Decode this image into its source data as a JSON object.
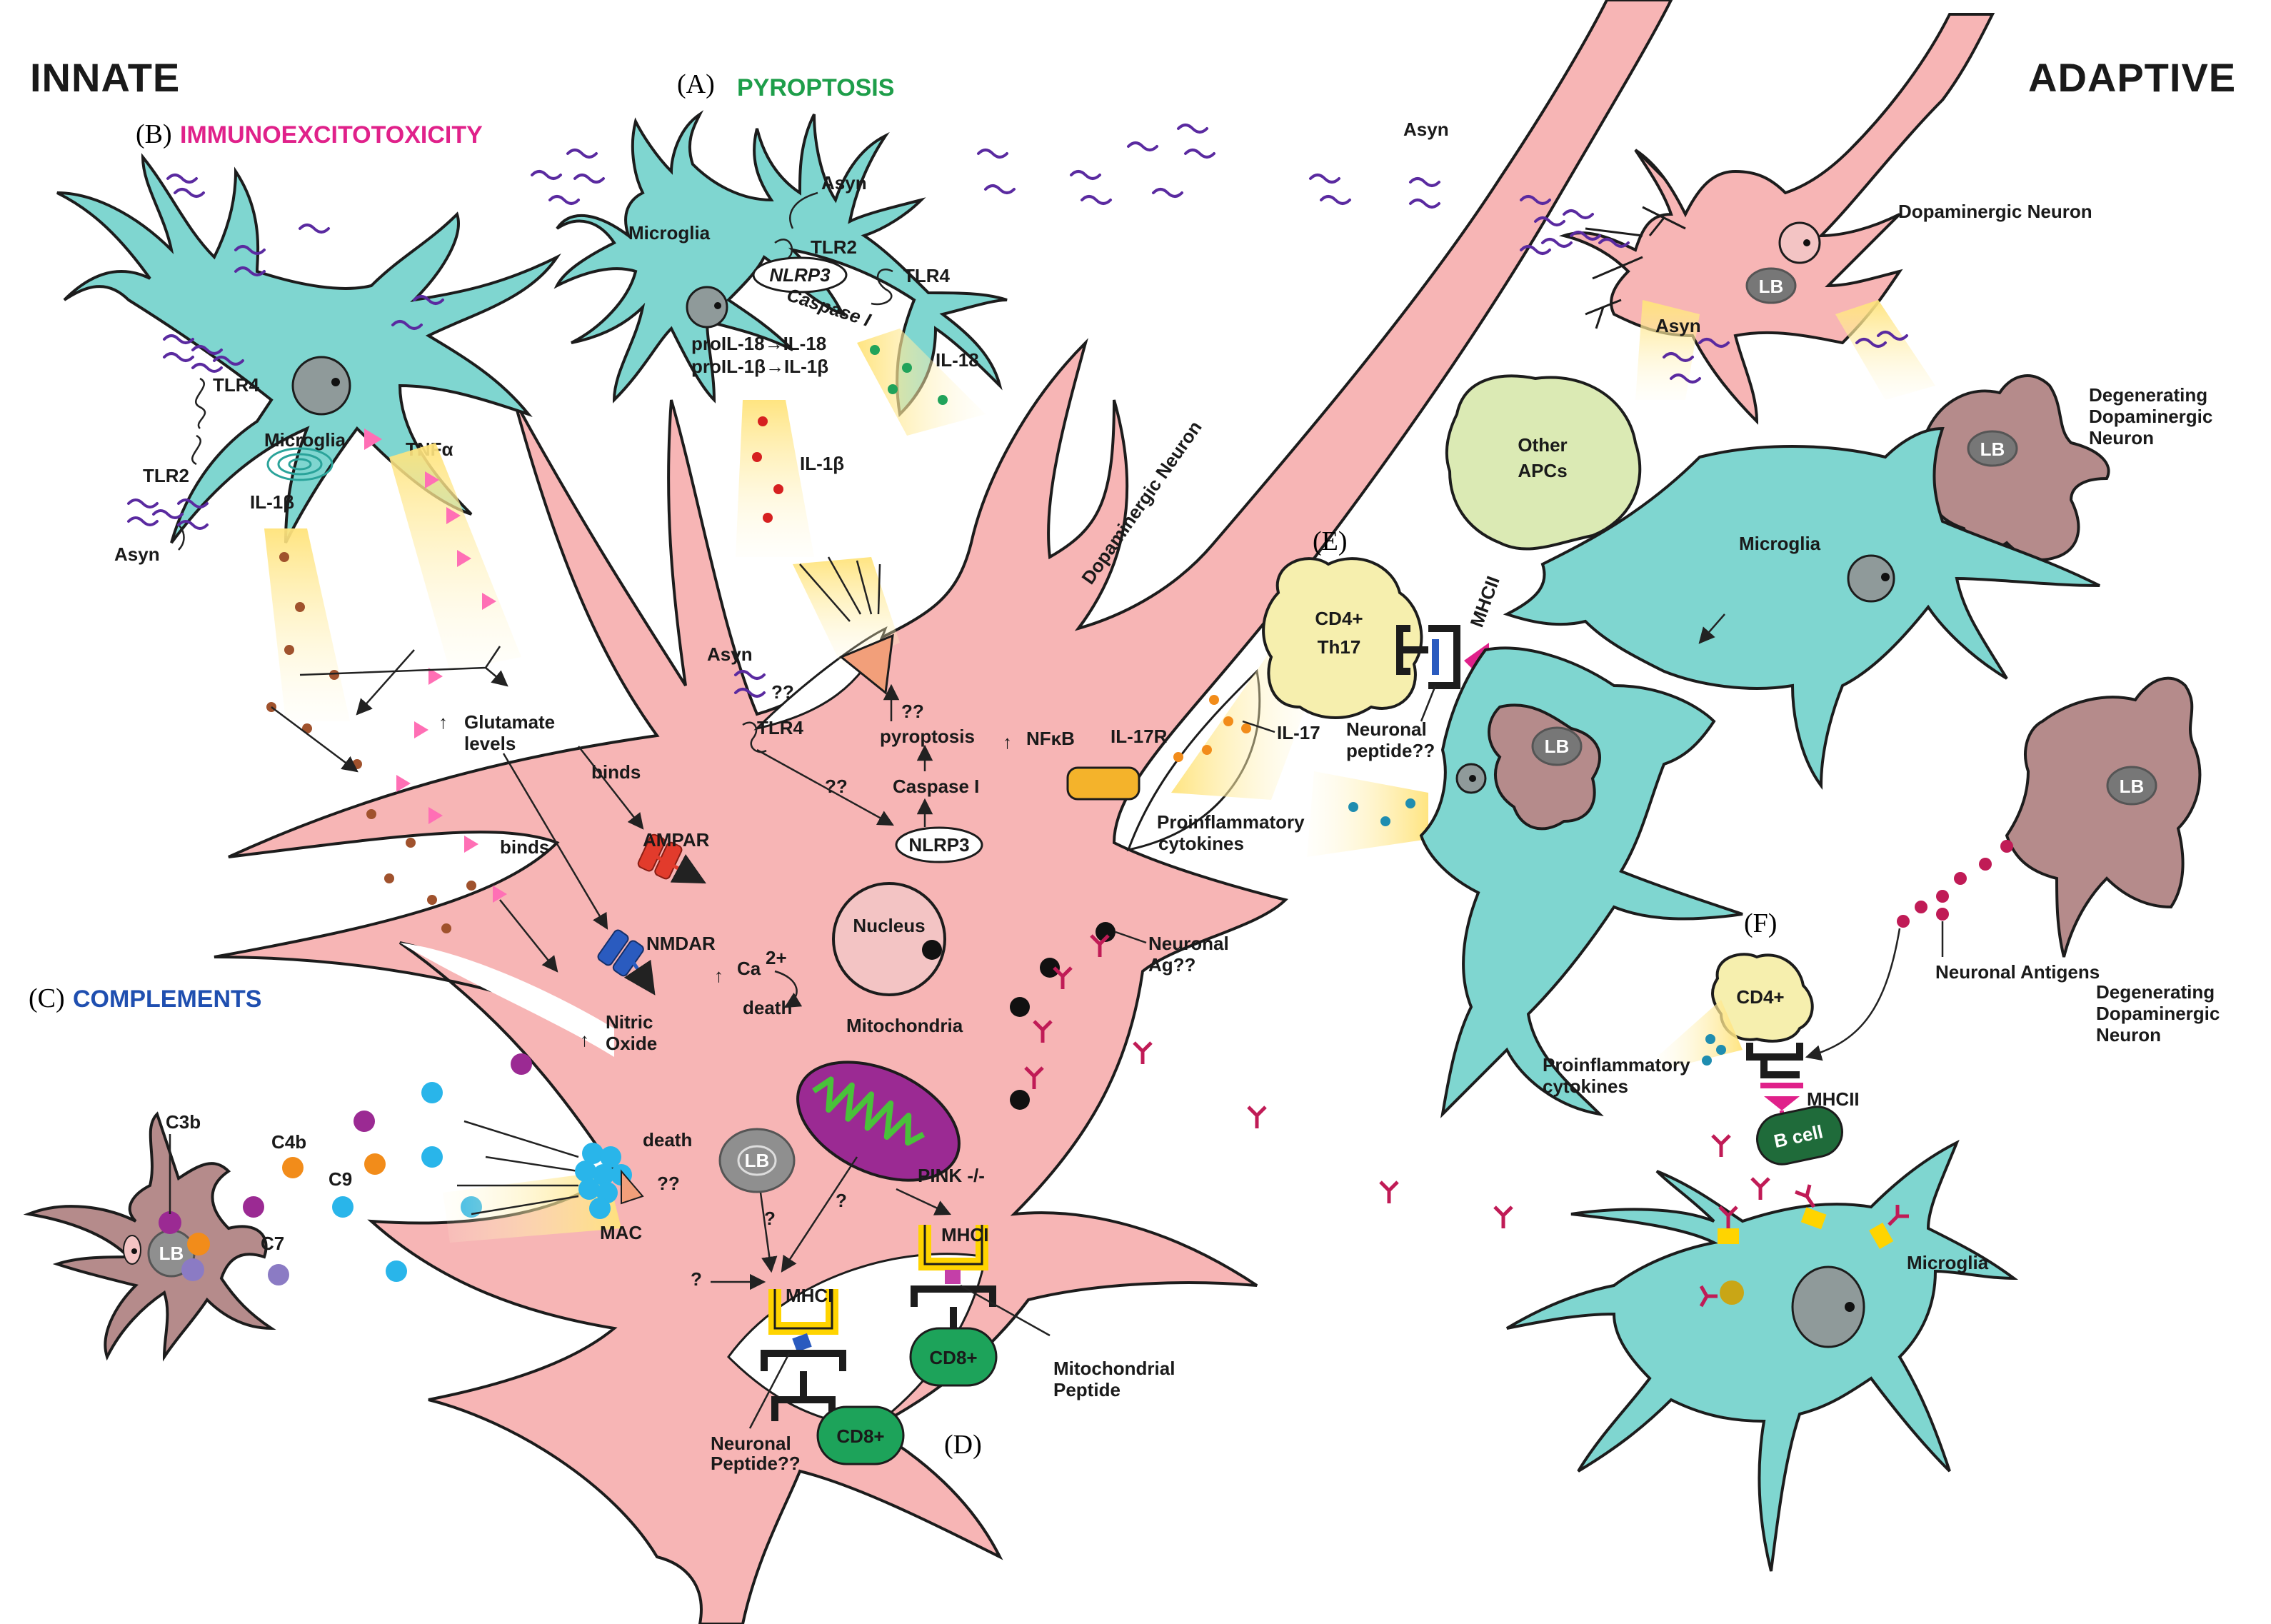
{
  "headers": {
    "innate": "INNATE",
    "adaptive": "ADAPTIVE"
  },
  "sections": {
    "a_letter": "(A)",
    "a_title": "PYROPTOSIS",
    "b_letter": "(B)",
    "b_title": "IMMUNOEXCITOTOXICITY",
    "c_letter": "(C)",
    "c_title": "COMPLEMENTS",
    "d_letter": "(D)",
    "e_letter": "(E)",
    "f_letter": "(F)"
  },
  "labels": {
    "asyn": "Asyn",
    "microglia": "Microglia",
    "tlr2": "TLR2",
    "tlr4": "TLR4",
    "nlrp3": "NLRP3",
    "caspase_i": "Caspase I",
    "prol18_line": "proIL-18→IL-18",
    "prol1b_line": "proIL-1β→IL-1β",
    "il18": "IL-18",
    "il1b": "IL-1β",
    "tnfa": "TNFα",
    "glutamate_1": "Glutamate",
    "glutamate_2": "levels",
    "binds": "binds",
    "ampar": "AMPAR",
    "nmdar": "NMDAR",
    "nitric_1": "Nitric",
    "nitric_2": "Oxide",
    "ca": "Ca",
    "ca_sup": "2+",
    "death": "death",
    "nucleus": "Nucleus",
    "qq": "??",
    "q": "?",
    "pyroptosis": "pyroptosis",
    "nfkb": "NFκB",
    "il17r": "IL-17R",
    "il17": "IL-17",
    "dopaminergic_neuron": "Dopaminergic Neuron",
    "cd4_th17_1": "CD4+",
    "cd4_th17_2": "Th17",
    "mhcii": "MHCII",
    "mhci": "MHCI",
    "neuronal_peptide_1": "Neuronal",
    "neuronal_peptide_2": "peptide??",
    "neuronal_peptide_cap": "Peptide??",
    "proinflammatory_1": "Proinflammatory",
    "proinflammatory_2": "cytokines",
    "neuronal_ag_1": "Neuronal",
    "neuronal_ag_2": "Ag??",
    "mitochondria": "Mitochondria",
    "pink": "PINK -/-",
    "mitochondrial_1": "Mitochondrial",
    "mitochondrial_2": "Peptide",
    "cd8": "CD8+",
    "cd4": "CD4+",
    "b_cell": "B cell",
    "mac": "MAC",
    "c3b": "C3b",
    "c4b": "C4b",
    "c9": "C9",
    "c7": "C7",
    "lb": "LB",
    "degenerating_1": "Degenerating",
    "degenerating_2": "Dopaminergic",
    "degenerating_3": "Neuron",
    "other_apcs_1": "Other",
    "other_apcs_2": "APCs",
    "neuronal_antigens": "Neuronal Antigens"
  },
  "colors": {
    "neuron": "#f7b5b5",
    "microglia": "#7fd6d0",
    "degenerating": "#b58b8b",
    "apc": "#dbeab4",
    "tcell": "#f6efae",
    "cd8": "#1da35a",
    "bcell": "#1f6b3a",
    "mitochondria": "#9b2a93",
    "asyn": "#5a2aa0",
    "antibody": "#c01b56",
    "ampar": "#e23b2c",
    "nmdar": "#2a5bbf"
  }
}
